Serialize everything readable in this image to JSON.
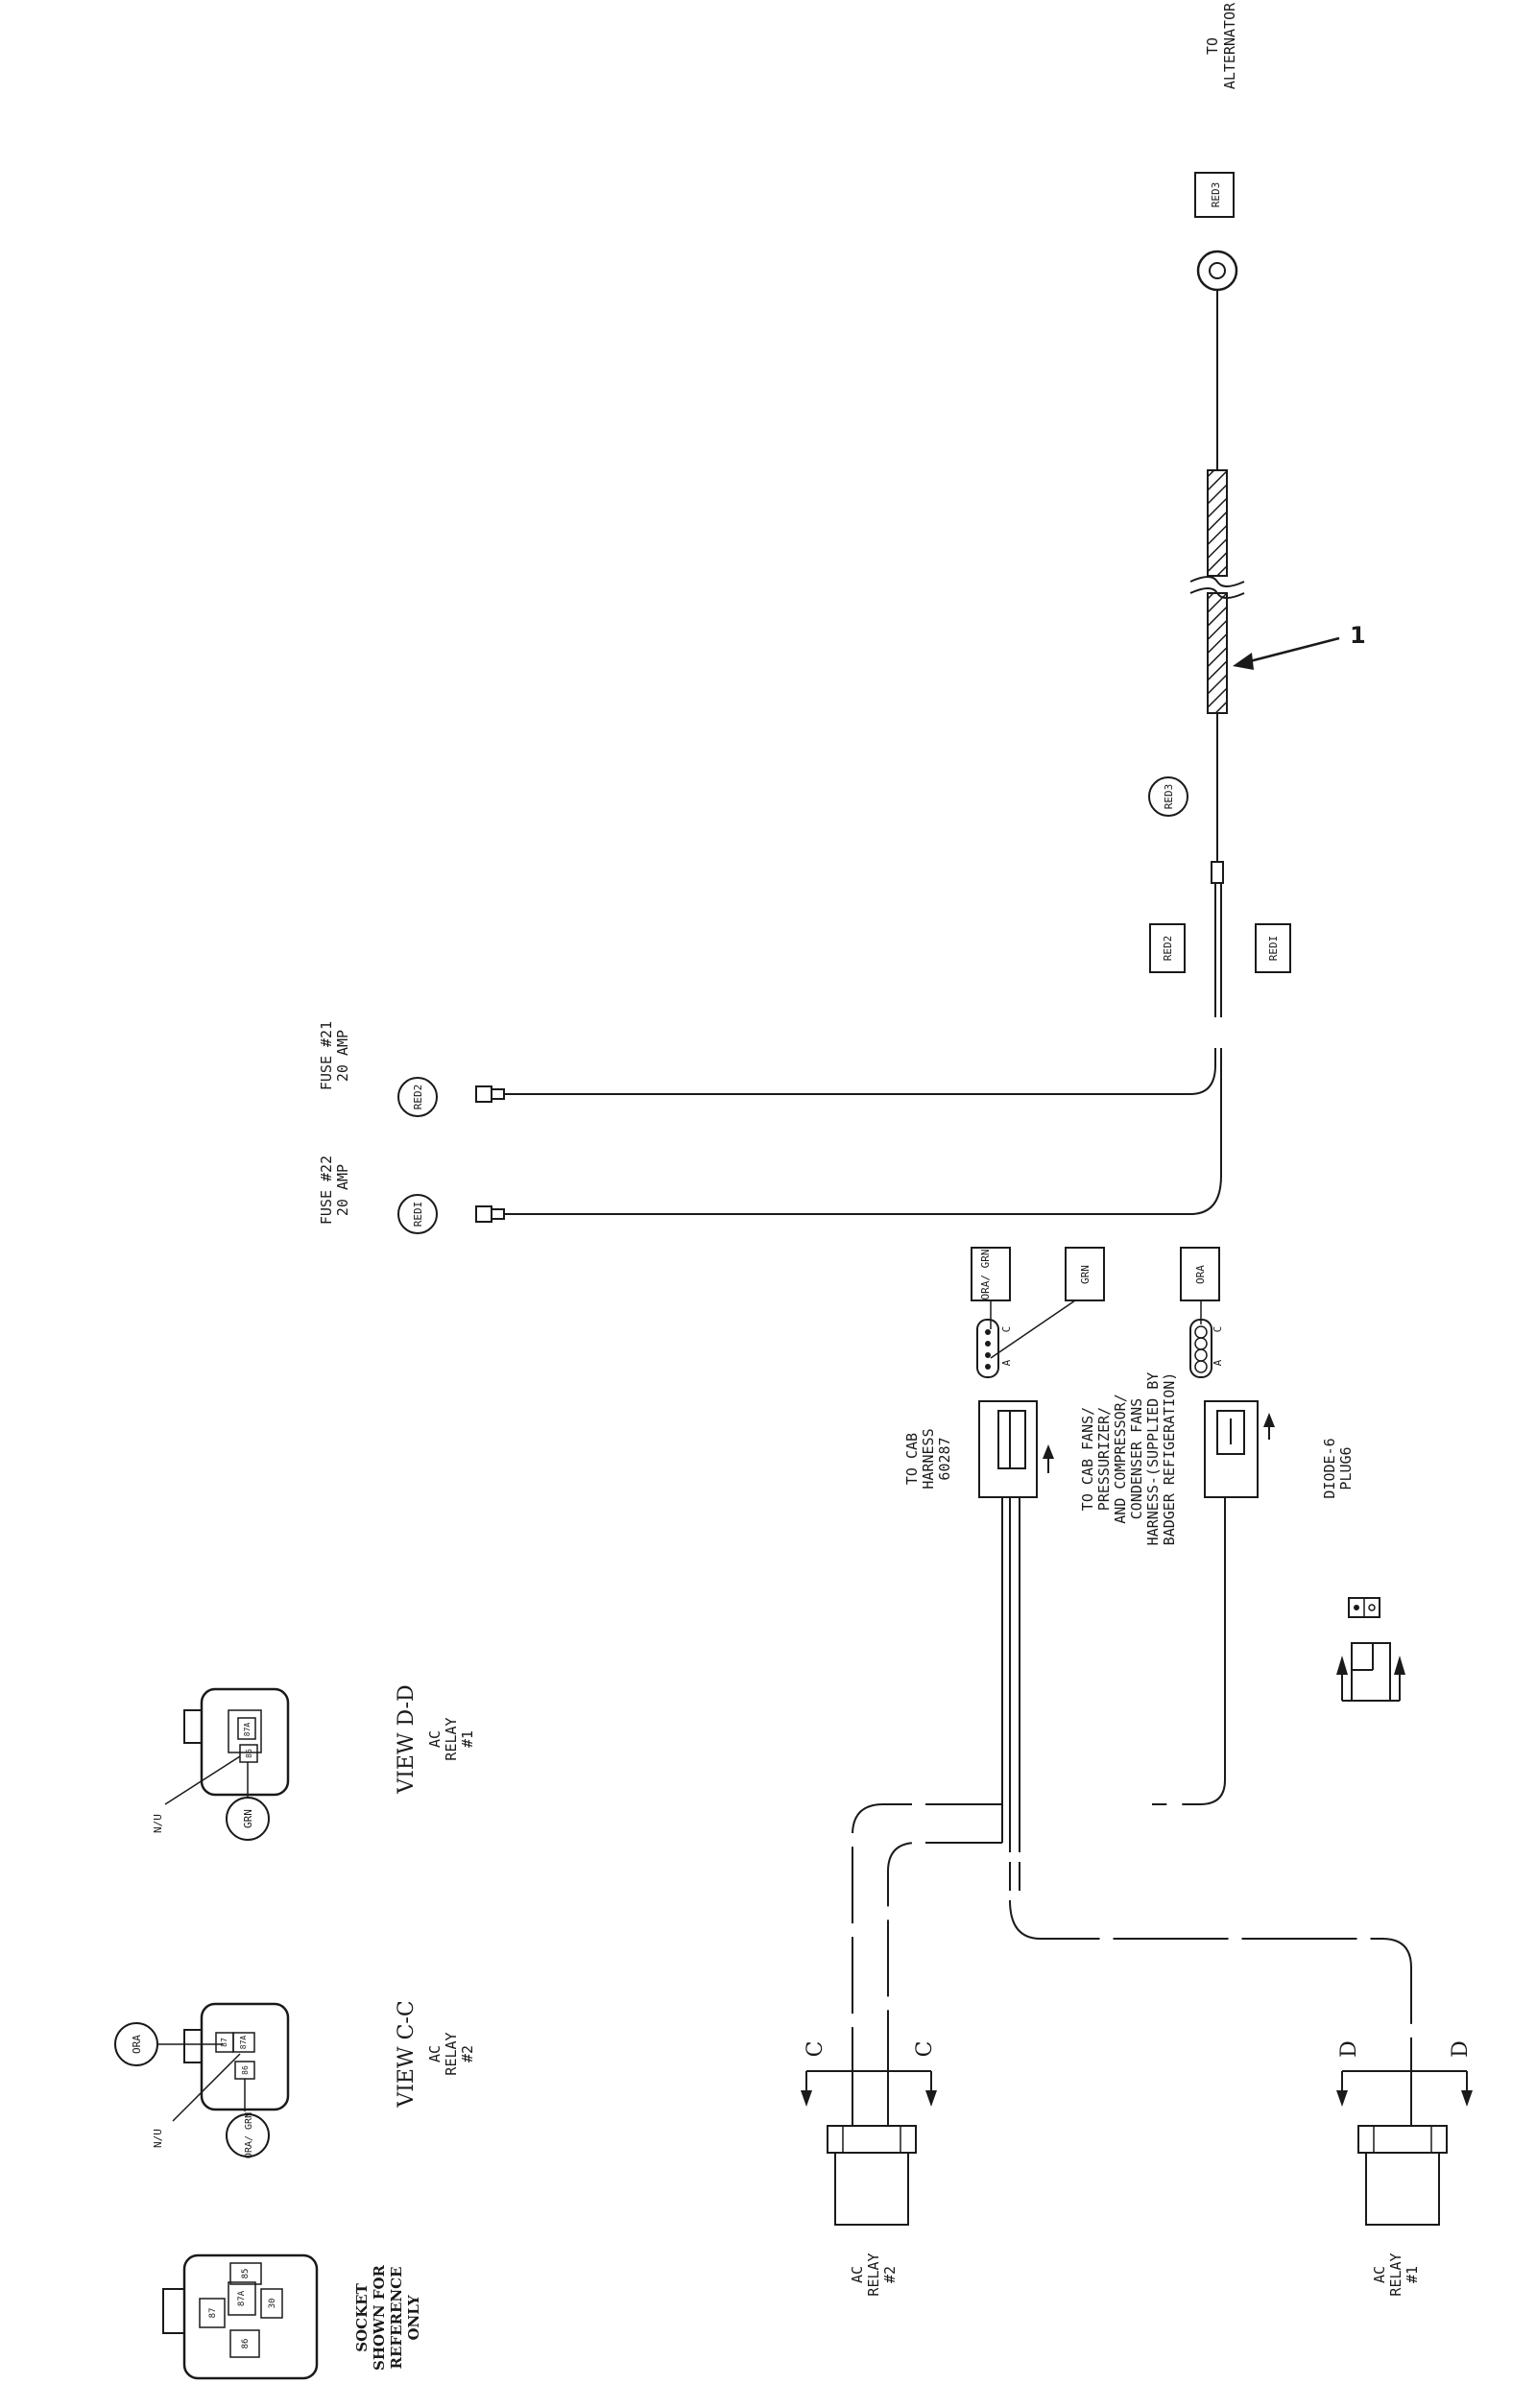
{
  "callout": {
    "number": "1"
  },
  "to_alternator": {
    "line1": "TO",
    "line2": "ALTERNATOR"
  },
  "tags": {
    "red3_box": "RED3",
    "red3_circle": "RED3",
    "red2_box": "RED2",
    "red1_box": "REDI",
    "red2_circle": "RED2",
    "red1_circle": "REDI",
    "ora_grn_box": "ORA/ GRN",
    "grn_box": "GRN",
    "ora_box": "ORA",
    "ora_circle": "ORA",
    "ora_grn_circle": "ORA/ GRN",
    "grn_circle": "GRN"
  },
  "fuses": {
    "fuse21": {
      "line1": "FUSE #21",
      "line2": "20 AMP"
    },
    "fuse22": {
      "line1": "FUSE #22",
      "line2": "20 AMP"
    }
  },
  "connector_pins": {
    "cab_connector": [
      "C",
      "A"
    ],
    "diode_connector": [
      "C",
      "A"
    ]
  },
  "cab_harness": {
    "line1": "TO CAB",
    "line2": "HARNESS",
    "line3": "60287"
  },
  "fans_harness": {
    "line1": "TO CAB FANS/",
    "line2": "PRESSURIZER/",
    "line3": "AND COMPRESSOR/",
    "line4": "CONDENSER FANS",
    "line5": "HARNESS-(SUPPLIED BY",
    "line6": "BADGER REFIGERATION)"
  },
  "diode": {
    "line1": "DIODE-6",
    "line2": "PLUG6"
  },
  "views": {
    "dd": {
      "title": "VIEW D-D",
      "sub1": "AC",
      "sub2": "RELAY",
      "sub3": "#1",
      "nu": "N/U"
    },
    "cc": {
      "title": "VIEW C-C",
      "sub1": "AC",
      "sub2": "RELAY",
      "sub3": "#2",
      "nu": "N/U"
    }
  },
  "section_marks": {
    "c_left": "C",
    "c_right": "C",
    "d_left": "D",
    "d_right": "D"
  },
  "relays": {
    "relay2": {
      "line1": "AC",
      "line2": "RELAY",
      "line3": "#2"
    },
    "relay1": {
      "line1": "AC",
      "line2": "RELAY",
      "line3": "#1"
    }
  },
  "socket": {
    "line1": "SOCKET",
    "line2": "SHOWN FOR",
    "line3": "REFERENCE",
    "line4": "ONLY",
    "pins": [
      "87",
      "87A",
      "85",
      "30",
      "86"
    ]
  },
  "relay_pins_cc": [
    "87",
    "87A",
    "86"
  ],
  "relay_pins_dd": [
    "87A",
    "86"
  ]
}
